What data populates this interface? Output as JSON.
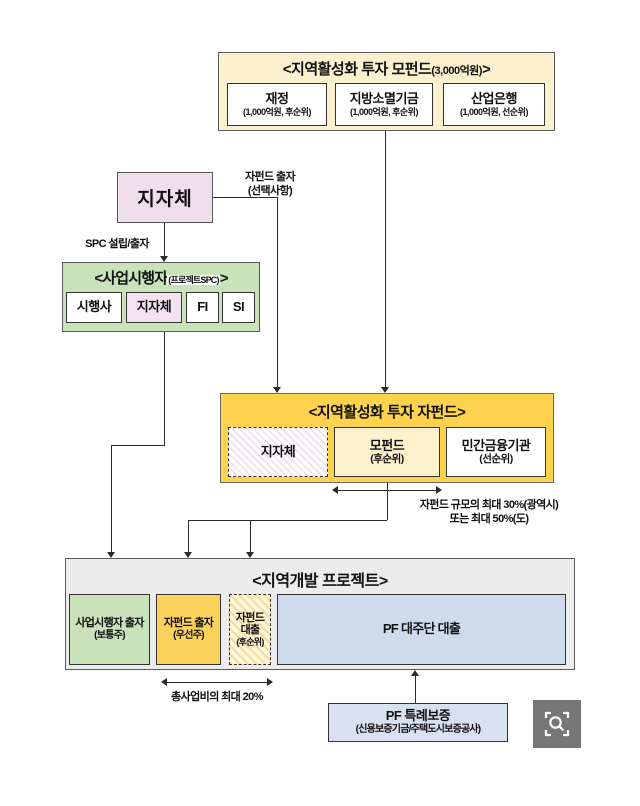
{
  "mother_fund": {
    "title_open": "<지역활성화 투자 모펀드",
    "title_size": "(3,000억원)",
    "title_close": ">",
    "children": [
      {
        "name": "재정",
        "detail": "(1,000억원, 후순위)"
      },
      {
        "name": "지방소멸기금",
        "detail": "(1,000억원, 후순위)"
      },
      {
        "name": "산업은행",
        "detail": "(1,000억원, 선순위)"
      }
    ]
  },
  "local_gov": {
    "label": "지자체"
  },
  "developer": {
    "title_open": "<사업시행자",
    "title_spc": "(프로젝트SPC)",
    "title_close": ">",
    "children": [
      {
        "name": "시행사"
      },
      {
        "name": "지자체"
      },
      {
        "name": "FI"
      },
      {
        "name": "SI"
      }
    ]
  },
  "subfund": {
    "title": "<지역활성화 투자 자펀드>",
    "children": [
      {
        "name": "지자체",
        "detail": ""
      },
      {
        "name": "모펀드",
        "detail": "(후순위)"
      },
      {
        "name": "민간금융기관",
        "detail": "(선순위)"
      }
    ]
  },
  "project": {
    "title": "<지역개발 프로젝트>",
    "children": [
      {
        "name": "사업시행자 출자",
        "detail": "(보통주)"
      },
      {
        "name": "자펀드 출자",
        "detail": "(우선주)"
      },
      {
        "name": "자펀드 대출",
        "detail": "(후순위)"
      },
      {
        "name": "PF 대주단 대출",
        "detail": ""
      }
    ]
  },
  "pf_guarantee": {
    "title": "PF 특례보증",
    "detail": "(신용보증기금/주택도시보증공사)"
  },
  "labels": {
    "spc_setup": "SPC 설립/출자",
    "subfund_invest_line1": "자펀드 출자",
    "subfund_invest_line2": "(선택사항)",
    "subfund_scale_line1": "자펀드 규모의 최대 30%(광역시)",
    "subfund_scale_line2": "또는 최대 50%(도)",
    "total_cost": "총사업비의 최대 20%"
  },
  "zoom_button": {
    "icon": "magnifier-icon"
  },
  "colors": {
    "mother_fund_bg": "#fbf1cf",
    "subfund_bg": "#ffd24d",
    "ivory_bg": "#fdf2cc",
    "local_gov_bg": "#eedfea",
    "green_bg": "#c9e2ba",
    "yellow_bg": "#fbd25b",
    "blue_bg": "#cfdbec",
    "guarantee_bg": "#d8e1f0",
    "gray_bg": "#ececec",
    "line": "#2a2a2a"
  }
}
